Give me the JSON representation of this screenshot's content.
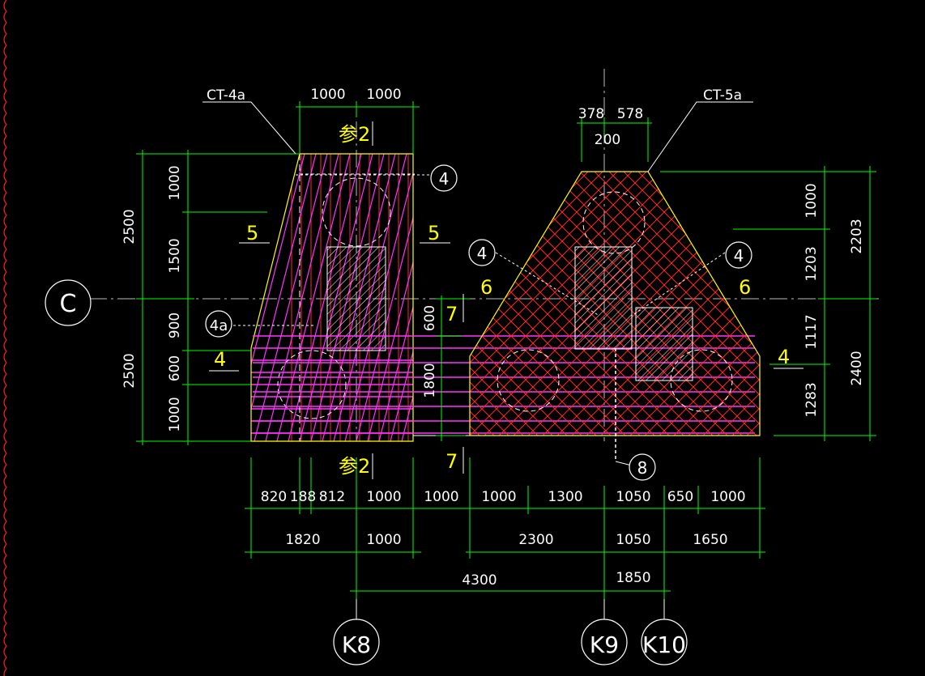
{
  "colors": {
    "background": "#000000",
    "dimension": "#00ff00",
    "outline": "#ffff00",
    "rebar_red": "#ff2a2a",
    "rebar_magenta": "#ff33ff",
    "text": "#ffffff",
    "section_text": "#ffff00"
  },
  "labels": {
    "ct4a": "CT-4a",
    "ct5a": "CT-5a",
    "axis_c": "C",
    "axis_k8": "K8",
    "axis_k9": "K9",
    "axis_k10": "K10",
    "bubble_4_top": "4",
    "bubble_4_left": "4",
    "bubble_4_right": "4",
    "bubble_4a": "4a",
    "bubble_8": "8"
  },
  "sections": {
    "can2_top": "参2",
    "can2_bottom": "参2",
    "s5_left": "5",
    "s5_right": "5",
    "s6_left": "6",
    "s6_right": "6",
    "s7_top": "7",
    "s7_bottom": "7",
    "s4_left": "4",
    "s4_right": "4"
  },
  "dimensions": {
    "top_left": [
      "1000",
      "1000"
    ],
    "top_right": [
      "378",
      "578"
    ],
    "top_right_sub": "200",
    "left_outer": [
      "2500",
      "2500"
    ],
    "left_inner": [
      "1000",
      "1500",
      "900",
      "600",
      "1000"
    ],
    "mid_vertical": [
      "600",
      "1800"
    ],
    "right_inner": [
      "1000",
      "1203",
      "1117",
      "1283"
    ],
    "right_outer": [
      "2203",
      "2400"
    ],
    "bottom_row1": [
      "820",
      "188",
      "812",
      "1000",
      "1000",
      "1000",
      "1300",
      "1050",
      "650",
      "1000"
    ],
    "bottom_row2": [
      "1820",
      "1000",
      "2300",
      "1050",
      "1650"
    ],
    "bottom_row3": [
      "4300",
      "1850"
    ]
  }
}
